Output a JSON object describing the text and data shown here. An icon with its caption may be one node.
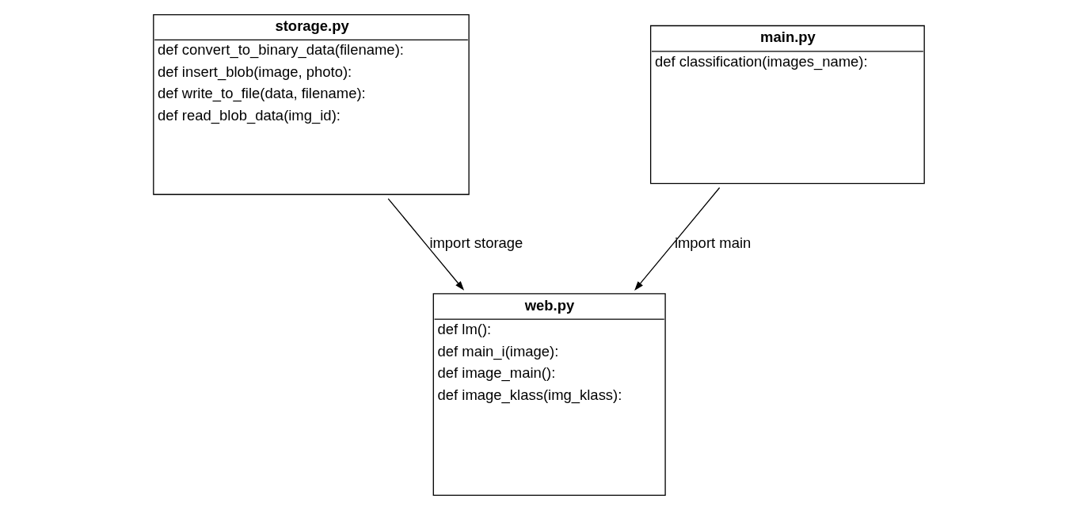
{
  "diagram": {
    "nodes": [
      {
        "text": [
          "storage.py",
          "def convert_to_binary_data(filename):",
          "def insert_blob(image, photo):",
          "def write_to_file(data, filename):",
          "def read_blob_data(img_id):"
        ]
      },
      {
        "text": [
          "main.py",
          "def classification(images_name):"
        ]
      },
      {
        "text": [
          "web.py",
          "def lm():",
          "def main_i(image):",
          "def image_main():",
          "def image_klass(img_klass):"
        ]
      }
    ],
    "edges": [
      {
        "from": 0,
        "to": 2,
        "arrow": "to",
        "label": "import storage"
      },
      {
        "from": 1,
        "to": 2,
        "arrow": "to",
        "label": "import main"
      }
    ]
  }
}
